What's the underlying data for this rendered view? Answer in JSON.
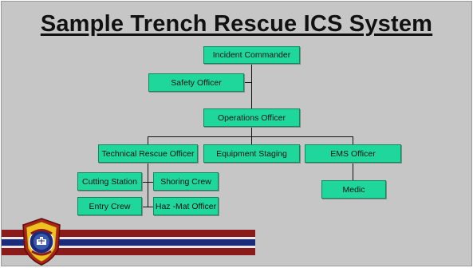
{
  "title": "Sample Trench Rescue ICS System",
  "nodes": {
    "incident_commander": "Incident Commander",
    "safety_officer": "Safety Officer",
    "operations_officer": "Operations Officer",
    "technical_rescue_officer": "Technical Rescue Officer",
    "equipment_staging": "Equipment Staging",
    "ems_officer": "EMS Officer",
    "cutting_station": "Cutting Station",
    "shoring_crew": "Shoring Crew",
    "entry_crew": "Entry Crew",
    "hazmat_officer": "Haz -Mat Officer",
    "medic": "Medic"
  },
  "colors": {
    "background": "#c6c6c6",
    "box_fill": "#1fd79a",
    "stripe_red": "#8b1a1a",
    "stripe_blue": "#1c2a7a"
  },
  "badge": {
    "icon": "fire-department-patch-icon"
  }
}
